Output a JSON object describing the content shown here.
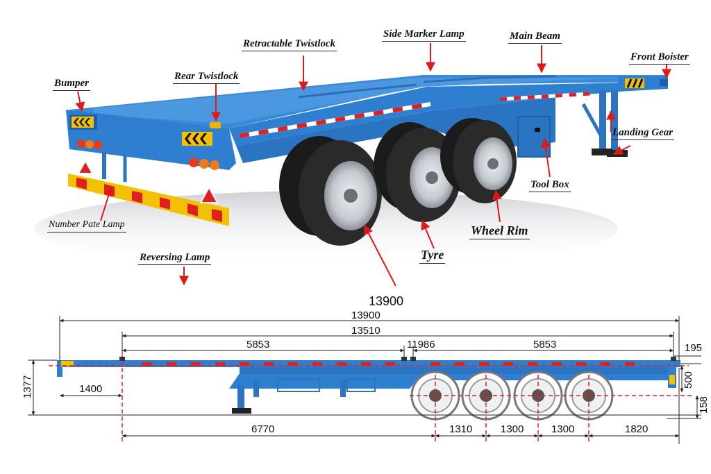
{
  "callouts": {
    "retractable_twistlock": "Retractable Twistlock",
    "side_marker_lamp": "Side Marker Lamp",
    "main_beam": "Main Beam",
    "front_boister": "Front Boister",
    "bumper": "Bumper",
    "rear_twistlock": "Rear Twistlock",
    "landing_gear": "Landing Gear",
    "tool_box": "Tool Box",
    "wheel_rim": "Wheel Rim",
    "number_plate_lamp": "Number Pate Lamp",
    "reversing_lamp": "Reversing Lamp",
    "tyre": "Tyre"
  },
  "headline_length": "13900",
  "dimensions": {
    "overall_length": "13900",
    "twistlock_span": "13510",
    "rear_segment": "5853",
    "middle_twistlock": "11986",
    "front_segment": "5853",
    "front_overhang": "195",
    "overall_height": "1377",
    "kingpin_offset": "1400",
    "deck_depth": "500",
    "ground_clearance": "158",
    "landing_gear_to_axle": "6770",
    "axle_spacing_1": "1310",
    "axle_spacing_2": "1300",
    "axle_spacing_3": "1300",
    "rear_overhang": "1820"
  },
  "colors": {
    "frame_blue": "#2f7fd0",
    "frame_dark": "#1d5fa8",
    "reflector_red": "#e02020",
    "bumper_yellow": "#f2c200",
    "arrow_red": "#e01818",
    "tyre_black": "#1b1b1b",
    "rim_grey": "#c9ced4"
  }
}
